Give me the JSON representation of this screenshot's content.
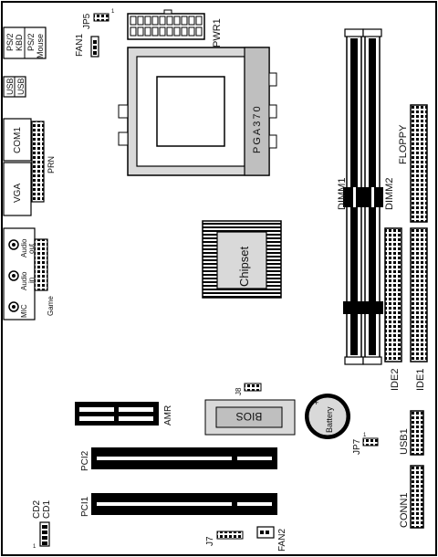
{
  "labels": {
    "ps2_kbd_1": "PS/2",
    "ps2_kbd_2": "KBD",
    "ps2_mouse_1": "PS/2",
    "ps2_mouse_2": "Mouse",
    "usb_a": "USB",
    "usb_b": "USB",
    "com1": "COM1",
    "vga": "VGA",
    "prn": "PRN",
    "audio_out_1": "Audio",
    "audio_out_2": "out",
    "audio_in_1": "Audio",
    "audio_in_2": "in",
    "mic": "MIC",
    "game": "Game",
    "jp5": "JP5",
    "fan1": "FAN1",
    "pwr1": "PWR1",
    "pga370": "PGA370",
    "floppy": "FLOPPY",
    "dimm1": "DIMM1",
    "dimm2": "DIMM2",
    "chipset": "Chipset",
    "ide2": "IDE2",
    "ide1": "IDE1",
    "amr": "AMR",
    "j8": "J8",
    "bios": "BIOS",
    "battery": "Battery",
    "jp7": "JP7",
    "usb1": "USB1",
    "pci2": "PCI2",
    "pci1": "PCI1",
    "cd2": "CD2",
    "cd1": "CD1",
    "conn1": "CONN1",
    "j7": "J7",
    "fan2": "FAN2",
    "pin1": "1"
  }
}
